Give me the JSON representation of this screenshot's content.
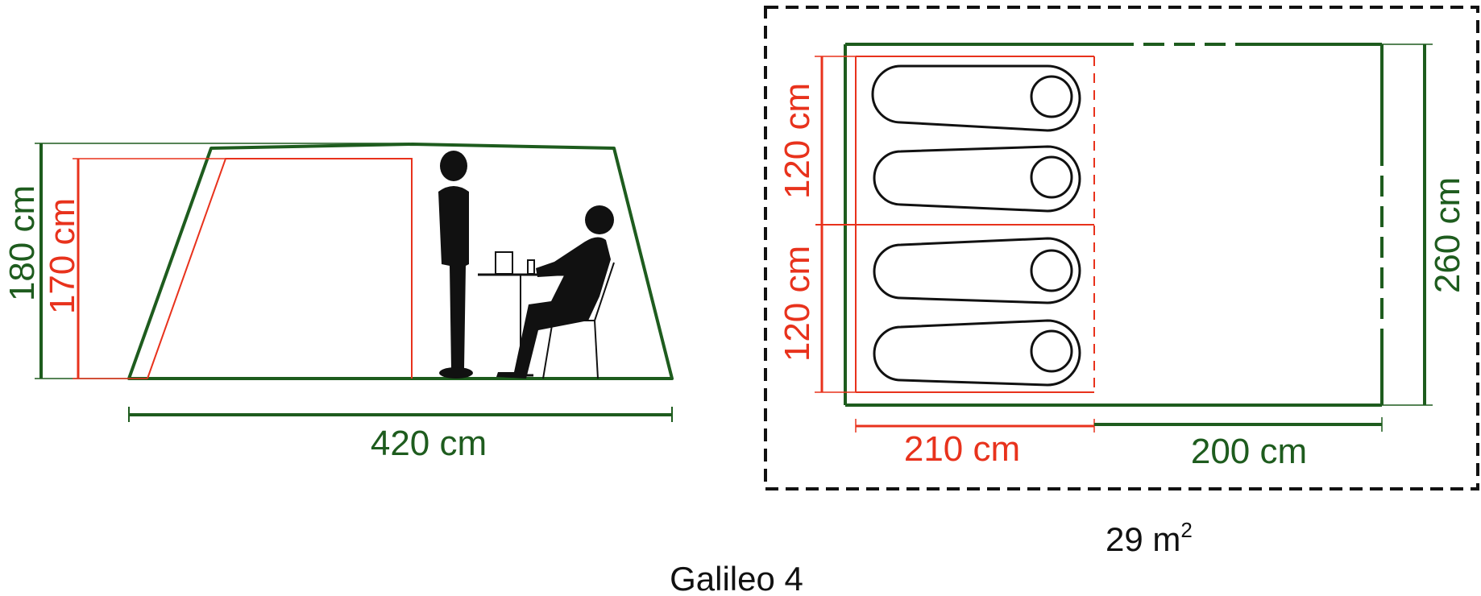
{
  "colors": {
    "green": "#1e5c1e",
    "red": "#e8321c",
    "black": "#111111"
  },
  "side_view": {
    "height_outer": "180 cm",
    "height_inner": "170 cm",
    "length": "420 cm"
  },
  "floor_plan": {
    "depth_upper": "120 cm",
    "depth_lower": "120 cm",
    "width_total": "260 cm",
    "bedroom_length": "210 cm",
    "living_length": "200 cm",
    "sleeping_bags": 4
  },
  "area": {
    "value": "29 m",
    "superscript": "2"
  },
  "product_name": "Galileo 4"
}
